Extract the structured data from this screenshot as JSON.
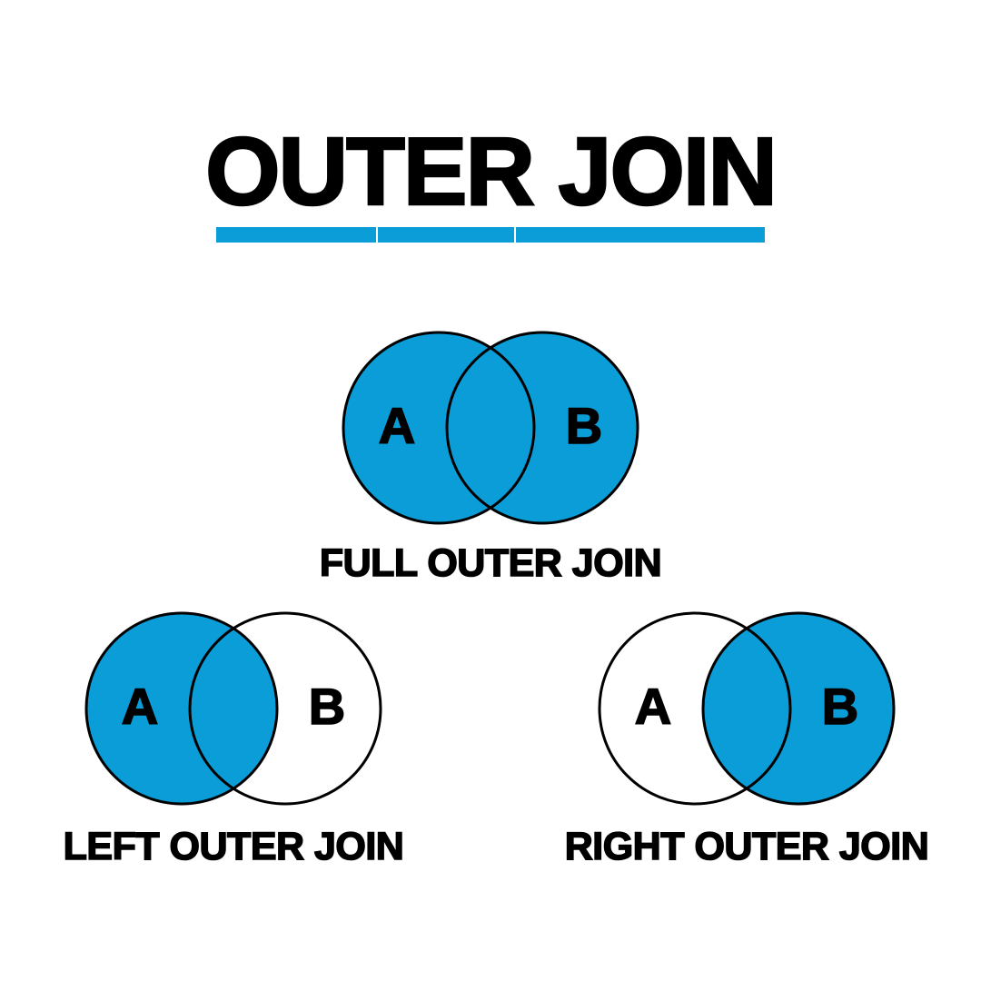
{
  "theme": {
    "accent_blue": "#0A9DD8",
    "ink": "#000000",
    "background": "#FFFFFF"
  },
  "header": {
    "title": "OUTER JOIN",
    "underline_segment_count": 3
  },
  "diagrams": [
    {
      "id": "full-outer-join",
      "caption": "FULL OUTER JOIN",
      "circle_a": {
        "label": "A",
        "fill": "#0A9DD8"
      },
      "circle_b": {
        "label": "B",
        "fill": "#0A9DD8"
      },
      "intersection_filled": true
    },
    {
      "id": "left-outer-join",
      "caption": "LEFT OUTER JOIN",
      "circle_a": {
        "label": "A",
        "fill": "#0A9DD8"
      },
      "circle_b": {
        "label": "B",
        "fill": "none"
      },
      "intersection_filled": true
    },
    {
      "id": "right-outer-join",
      "caption": "RIGHT OUTER JOIN",
      "circle_a": {
        "label": "A",
        "fill": "none"
      },
      "circle_b": {
        "label": "B",
        "fill": "#0A9DD8"
      },
      "intersection_filled": true
    }
  ]
}
